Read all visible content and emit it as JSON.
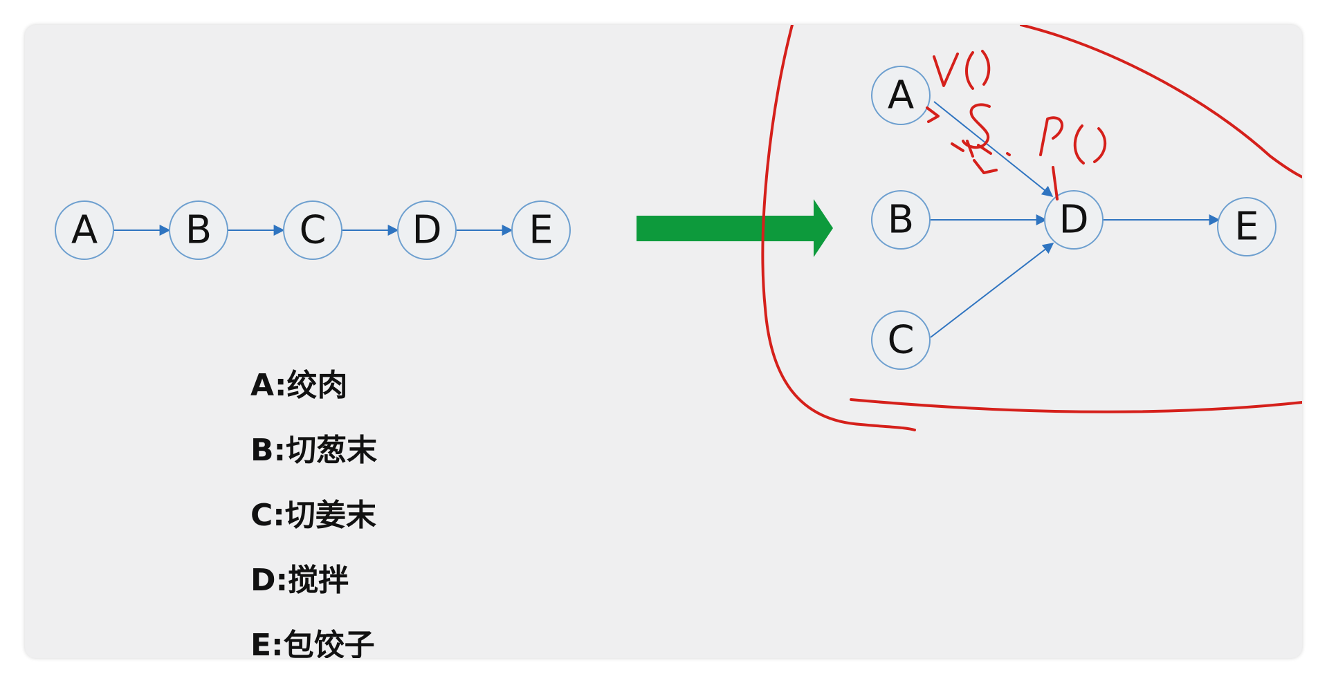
{
  "left_chain": {
    "nodes": [
      "A",
      "B",
      "C",
      "D",
      "E"
    ]
  },
  "right_graph": {
    "nodes": {
      "a": "A",
      "b": "B",
      "c": "C",
      "d": "D",
      "e": "E"
    }
  },
  "legend": {
    "items": [
      "A:绞肉",
      "B:切葱末",
      "C:切姜末",
      "D:搅拌",
      "E:包饺子"
    ]
  },
  "colors": {
    "arrow_fill": "#0d9a3c",
    "edge": "#2f74c0",
    "node_stroke": "#6d9fcf",
    "annotation_ink": "#d5201b"
  },
  "icons": {
    "transform_arrow": "big-right-arrow-icon"
  }
}
